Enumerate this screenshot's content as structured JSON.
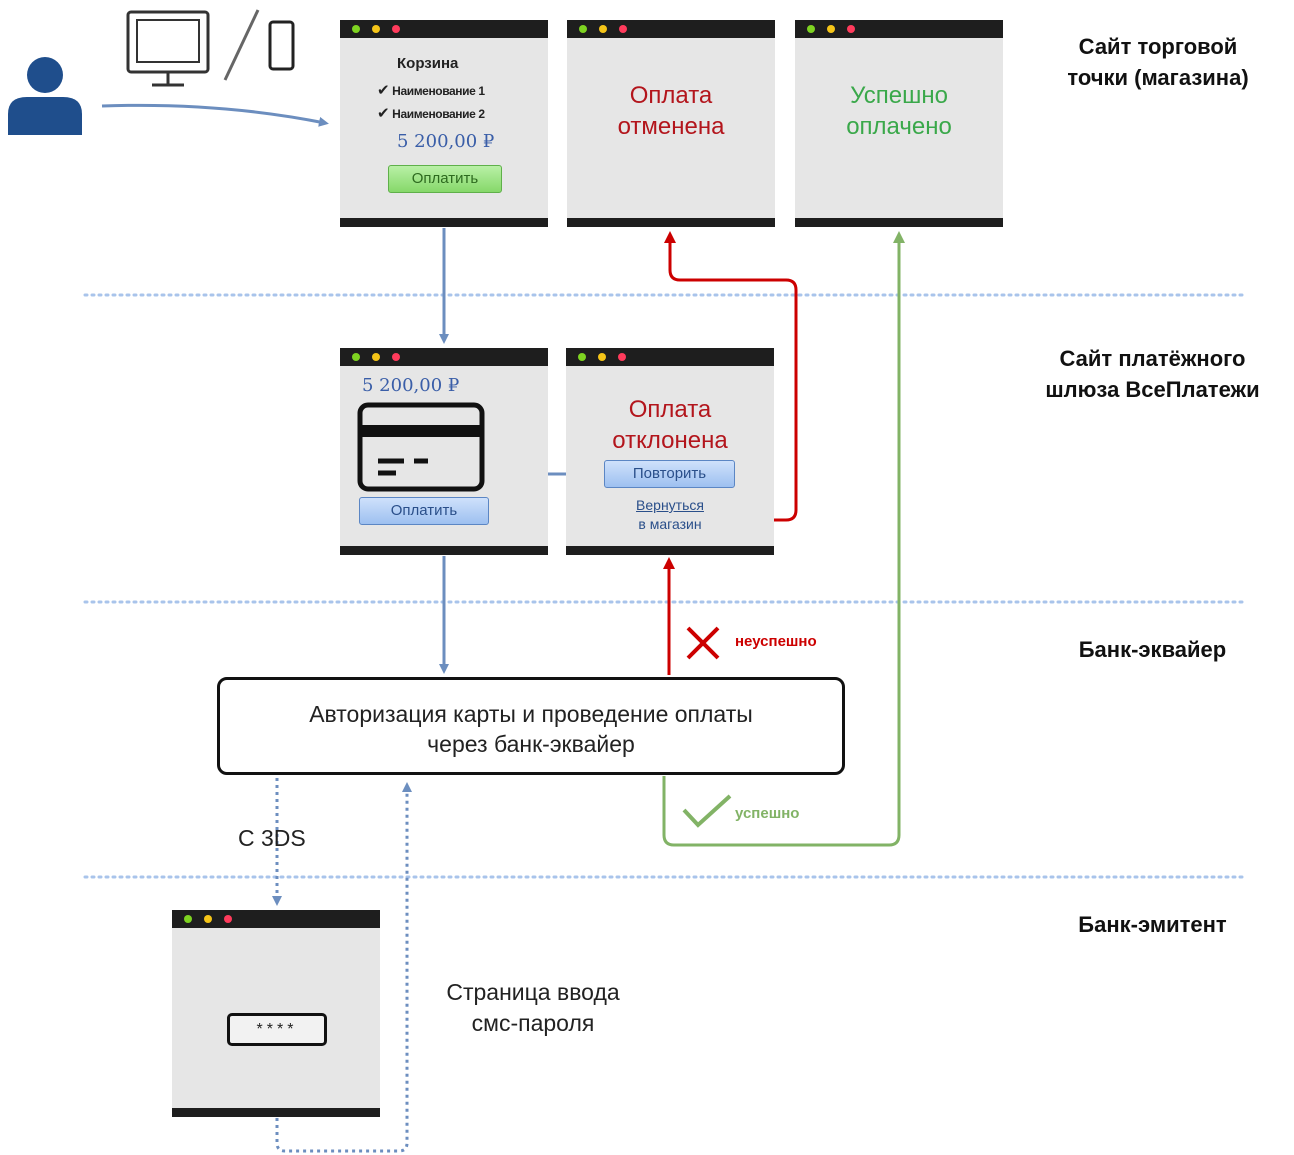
{
  "lanes": {
    "shop": "Сайт торговой точки (магазина)",
    "gateway": "Сайт платёжного шлюза ВсеПлатежи",
    "acquirer": "Банк-эквайер",
    "issuer": "Банк-эмитент"
  },
  "shop_cart": {
    "title": "Корзина",
    "items": [
      "Наименование 1",
      "Наименование 2"
    ],
    "price": "5 200,00 ₽",
    "pay_button": "Оплатить"
  },
  "shop_cancelled": {
    "text": "Оплата отменена"
  },
  "shop_success": {
    "text": "Успешно оплачено"
  },
  "gateway_card": {
    "price": "5 200,00 ₽",
    "pay_button": "Оплатить"
  },
  "gateway_declined": {
    "text": "Оплата отклонена",
    "retry_button": "Повторить",
    "back_link": "Вернуться",
    "back_link_2": "в магазин"
  },
  "acquirer_box": {
    "line1": "Авторизация карты и проведение оплаты",
    "line2": "через банк-эквайер"
  },
  "labels": {
    "fail": "неуспешно",
    "success": "успешно",
    "three_ds": "С 3DS",
    "sms_page": "Страница ввода смс-пароля"
  },
  "issuer_page": {
    "masked_password": "****"
  },
  "colors": {
    "flow_blue": "#6c8ebf",
    "fail_red": "#cc0000",
    "success_green": "#82b366",
    "separator": "#a9c4eb"
  },
  "icons": [
    "user-icon",
    "monitor-icon",
    "phone-icon",
    "card-icon",
    "cross-icon",
    "checkmark-icon"
  ]
}
